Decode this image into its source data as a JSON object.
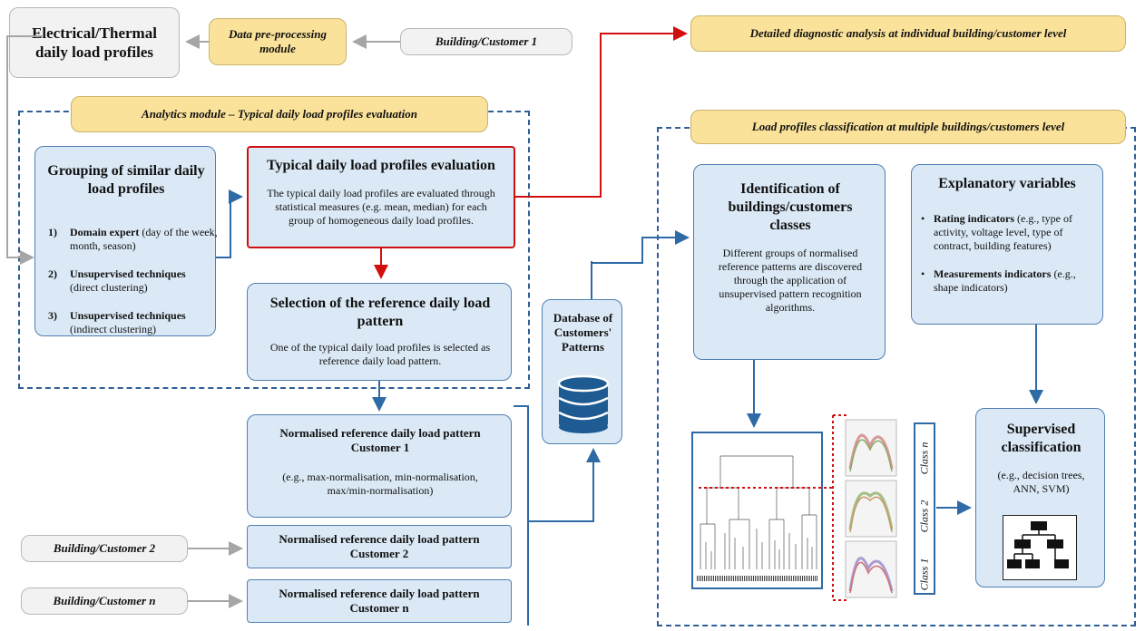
{
  "top": {
    "elec_thermal": "Electrical/Thermal daily load profiles",
    "preproc": "Data pre-processing module",
    "building1": "Building/Customer 1",
    "diagnostic": "Detailed diagnostic analysis at individual building/customer level"
  },
  "analytics": {
    "title": "Analytics module – Typical daily load profiles evaluation",
    "grouping_title": "Grouping of similar daily load profiles",
    "items": [
      {
        "num": "1)",
        "bold": "Domain expert",
        "rest": " (day of the week, month, season)"
      },
      {
        "num": "2)",
        "bold": "Unsupervised techniques",
        "rest": " (direct clustering)"
      },
      {
        "num": "3)",
        "bold": "Unsupervised techniques",
        "rest": " (indirect clustering)"
      }
    ],
    "typical_title": "Typical daily load profiles evaluation",
    "typical_text": "The typical daily load profiles are evaluated through statistical measures (e.g. mean, median) for each group of homogeneous daily load profiles."
  },
  "selection": {
    "title": "Selection of the reference daily load pattern",
    "text": "One of the typical daily load profiles is selected as reference daily load pattern."
  },
  "normalised": {
    "c1_title": "Normalised reference daily load pattern Customer 1",
    "c1_text": "(e.g., max-normalisation, min-normalisation, max/min-normalisation)",
    "c2_title": "Normalised reference daily load pattern Customer 2",
    "cn_title": "Normalised reference daily load pattern Customer n",
    "building2": "Building/Customer 2",
    "buildingn": "Building/Customer n"
  },
  "database": {
    "title": "Database of Customers' Patterns",
    "icon": "database-icon"
  },
  "classification": {
    "title": "Load profiles classification at multiple buildings/customers level",
    "ident_title": "Identification of buildings/customers classes",
    "ident_text": "Different groups of normalised reference patterns are discovered through the application of unsupervised pattern recognition algorithms.",
    "explan_title": "Explanatory variables",
    "explan_items": [
      {
        "bold": "Rating indicators",
        "rest": " (e.g., type of activity, voltage level, type of contract, building features)"
      },
      {
        "bold": "Measurements indicators",
        "rest": " (e.g., shape indicators)"
      }
    ],
    "class_labels": [
      "Class n",
      "Class 2",
      "Class 1"
    ],
    "supervised_title": "Supervised classification",
    "supervised_text": "(e.g., decision trees, ANN, SVM)"
  },
  "colors": {
    "arrow_gray": "#a6a6a6",
    "arrow_blue": "#2e6aa6",
    "arrow_red": "#d01010",
    "box_blue": "#dbe9f6",
    "box_yellow": "#fbe29a"
  }
}
